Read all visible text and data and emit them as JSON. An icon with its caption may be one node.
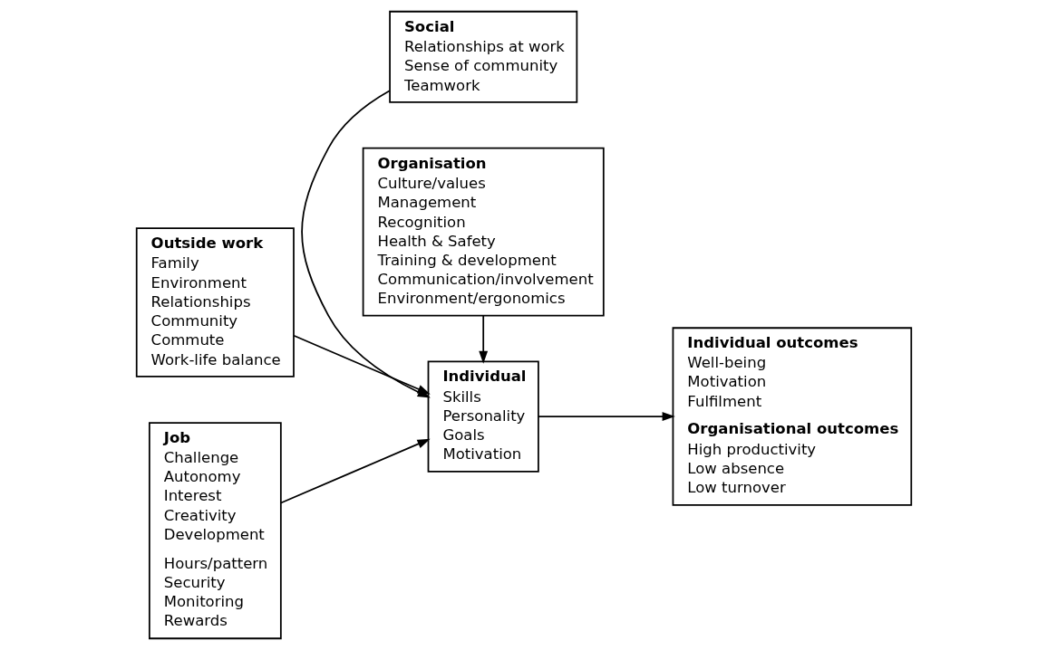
{
  "diagram": {
    "nodes": [
      {
        "text": [
          "Social",
          "Relationships at work",
          "Sense of community",
          "Teamwork"
        ]
      },
      {
        "text": [
          "Outside work",
          "Family",
          "Environment",
          "Relationships",
          "Community",
          "Commute",
          "Work-life balance"
        ]
      },
      {
        "text": [
          "Individual",
          "Skills",
          "Personality",
          "Goals",
          "Motivation"
        ]
      },
      {
        "text": [
          "Individual outcomes",
          "Well-being",
          "Motivation",
          "Fulfilment",
          "Organisational outcomes",
          "High productivity",
          "Low absence",
          "Low turnover"
        ]
      },
      {
        "text": [
          "Job",
          "Challenge",
          "Autonomy",
          "Interest",
          "Creativity",
          "Development",
          "Hours/pattern",
          "Security",
          "Monitoring",
          "Rewards"
        ]
      },
      {
        "text": [
          "Organisation",
          "Culture/values",
          "Management",
          "Recognition",
          "Health & Safety",
          "Training & development",
          "Communication/involvement",
          "Environment/ergonomics"
        ]
      }
    ],
    "edges": [
      {
        "from": 1,
        "to": 2,
        "arrow": "to"
      },
      {
        "from": 0,
        "to": 2,
        "arrow": "to"
      },
      {
        "from": 2,
        "to": 3,
        "arrow": "to"
      },
      {
        "from": 4,
        "to": 2,
        "arrow": "to"
      },
      {
        "from": 5,
        "to": 2,
        "arrow": "to"
      }
    ]
  }
}
